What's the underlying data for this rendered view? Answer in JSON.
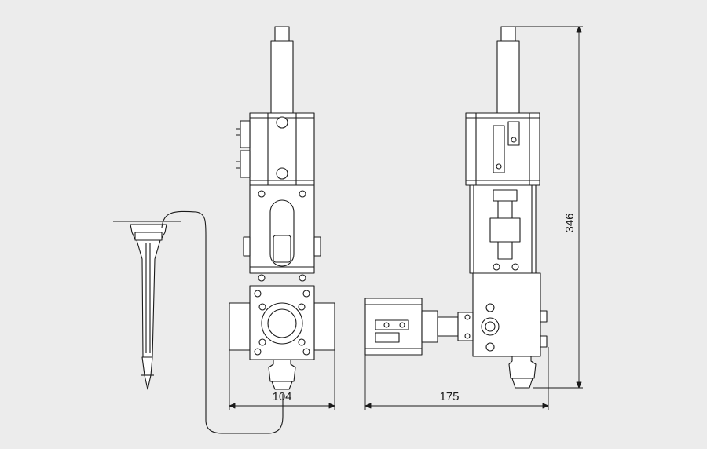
{
  "colors": {
    "background": "#ececec",
    "part_fill": "#ffffff",
    "line": "#1a1a1a"
  },
  "dimensions": {
    "front_width": "104",
    "side_width": "175",
    "overall_height": "346"
  }
}
